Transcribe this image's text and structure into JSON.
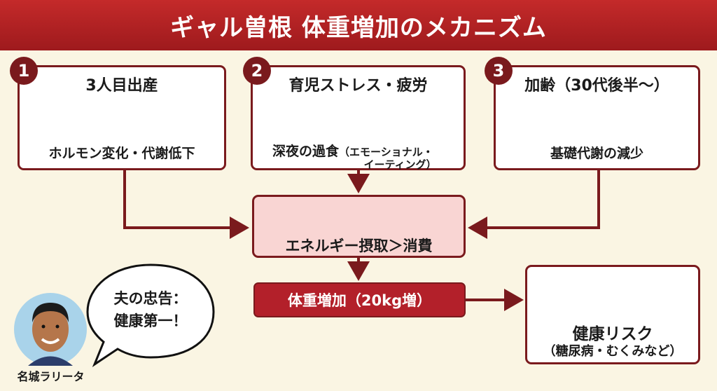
{
  "title": "ギャル曽根 体重増加のメカニズム",
  "causes": [
    {
      "number": "1",
      "title": "3人目出産",
      "detail": "ホルモン変化・代謝低下",
      "icon": "pregnancy-baby-icon"
    },
    {
      "number": "2",
      "title": "育児ストレス・疲労",
      "detail": "深夜の過食",
      "detail_note": "（エモーショナル・",
      "detail_note2": "イーティング）",
      "icon": "tired-woman-icon"
    },
    {
      "number": "3",
      "title": "加齢（30代後半〜）",
      "detail": "基礎代謝の減少",
      "icon": "calendar-icon"
    }
  ],
  "balance": {
    "label": "エネルギー摂取＞消費",
    "icon": "scale-icon"
  },
  "result": {
    "label": "体重増加（20kg増）"
  },
  "risk": {
    "title": "健康リスク",
    "detail": "（糖尿病・むくみなど）",
    "icon": "glucose-meter-icon"
  },
  "advice": {
    "line1": "夫の忠告：",
    "line2": "健康第一！",
    "name": "名城ラリータ"
  },
  "colors": {
    "accent": "#b3202a",
    "border": "#7a1a1d",
    "background": "#faf5e3",
    "balance_fill": "#f9d5d3"
  }
}
